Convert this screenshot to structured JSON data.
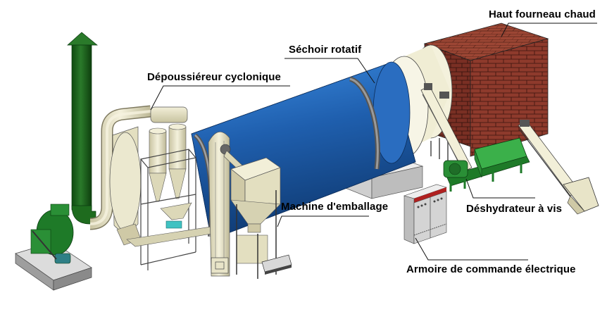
{
  "diagram": {
    "labels": {
      "hot_furnace": "Haut fourneau chaud",
      "rotary_dryer": "Séchoir rotatif",
      "cyclone_dust_collector": "Dépoussiéreur cyclonique",
      "packaging_machine": "Machine d'emballage",
      "screw_dewatering": "Déshydrateur à vis",
      "electric_control_cabinet": "Armoire de commande électrique"
    },
    "colors": {
      "chimney_green": "#1f6b1f",
      "dryer_blue": "#1f5fae",
      "cream_steel": "#e8e4c8",
      "brick_red": "#8e3a2c",
      "machine_green": "#2e9a3a",
      "cabinet_gray": "#d4d4d4",
      "cabinet_red_trim": "#b02020",
      "base_gray": "#b8b8b8"
    }
  }
}
